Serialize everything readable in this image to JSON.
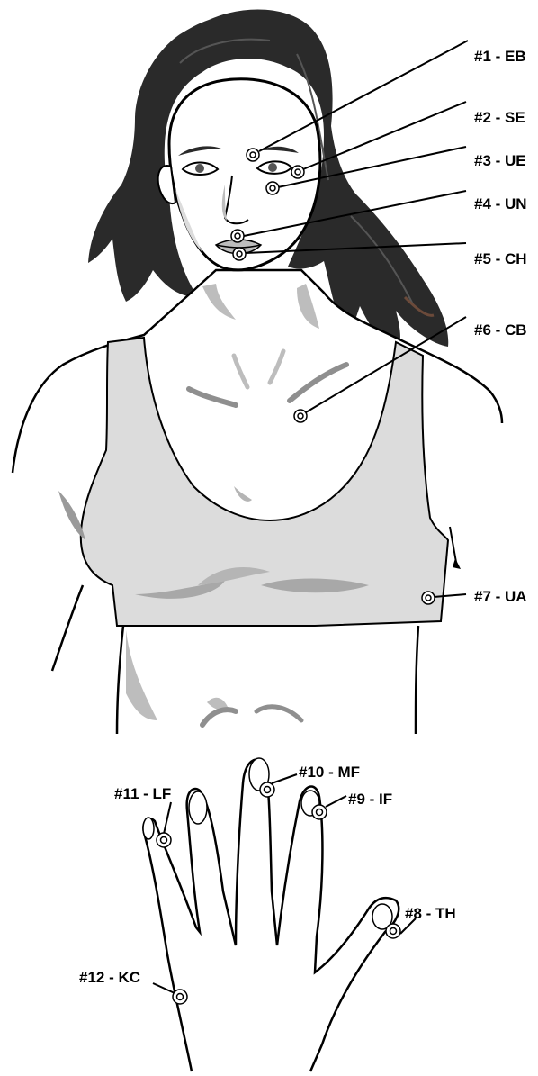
{
  "points": [
    {
      "id": "1",
      "label": "#1 - EB"
    },
    {
      "id": "2",
      "label": "#2 - SE"
    },
    {
      "id": "3",
      "label": "#3 - UE"
    },
    {
      "id": "4",
      "label": "#4 - UN"
    },
    {
      "id": "5",
      "label": "#5 - CH"
    },
    {
      "id": "6",
      "label": "#6 - CB"
    },
    {
      "id": "7",
      "label": "#7 - UA"
    },
    {
      "id": "8",
      "label": "#8 - TH"
    },
    {
      "id": "9",
      "label": "#9 - IF"
    },
    {
      "id": "10",
      "label": "#10 - MF"
    },
    {
      "id": "11",
      "label": "#11 - LF"
    },
    {
      "id": "12",
      "label": "#12 - KC"
    }
  ],
  "colors": {
    "hair": "#2a2a2a",
    "outline": "#000000",
    "shadow": "#bdbdbd",
    "shadow_dark": "#8f8f8f",
    "bra": "#dcdcdc",
    "skin": "#ffffff"
  }
}
